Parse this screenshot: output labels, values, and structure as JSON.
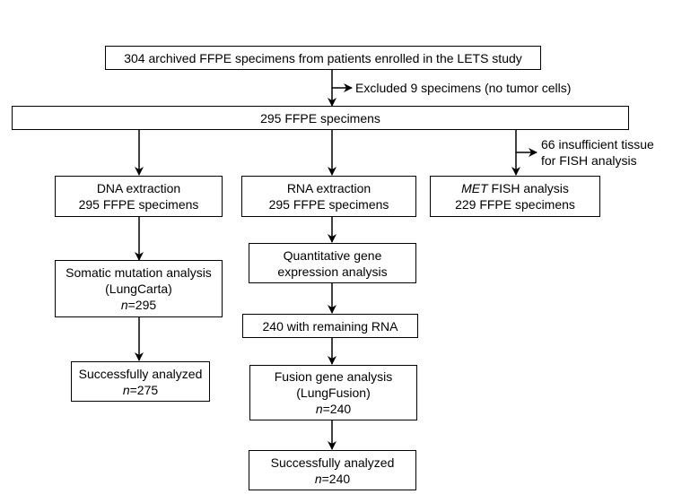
{
  "flow": {
    "top_box": "304 archived FFPE specimens from patients enrolled in the LETS study",
    "excluded_note": "Excluded 9 specimens  (no tumor cells)",
    "main_box": "295 FFPE specimens",
    "insufficient_note_line1": "66 insufficient tissue",
    "insufficient_note_line2": "for FISH analysis",
    "dna_box": {
      "line1": "DNA extraction",
      "line2": "295 FFPE specimens"
    },
    "rna_box": {
      "line1": "RNA extraction",
      "line2": "295 FFPE specimens"
    },
    "fish_box": {
      "line1_italic": "MET",
      "line1_rest": " FISH analysis",
      "line2": "229 FFPE specimens"
    },
    "somatic_box": {
      "line1": "Somatic mutation analysis",
      "line2": "(LungCarta)",
      "n_label": "n",
      "n_value": "=295"
    },
    "success_dna_box": {
      "line1": "Successfully analyzed",
      "n_label": "n",
      "n_value": "=275"
    },
    "quant_box": {
      "line1": "Quantitative gene",
      "line2": "expression analysis"
    },
    "remaining_box": "240 with remaining RNA",
    "fusion_box": {
      "line1": "Fusion gene analysis",
      "line2": "(LungFusion)",
      "n_label": "n",
      "n_value": "=240"
    },
    "success_rna_box": {
      "line1": "Successfully analyzed",
      "n_label": "n",
      "n_value": "=240"
    }
  }
}
